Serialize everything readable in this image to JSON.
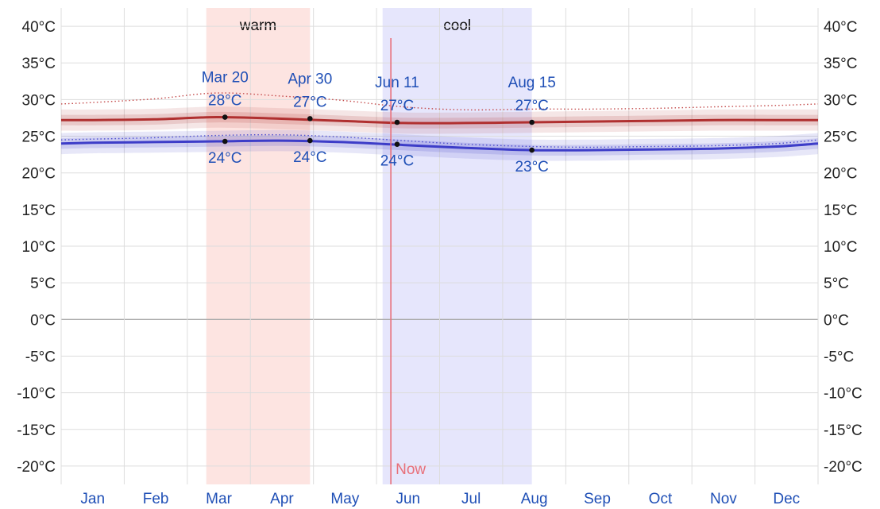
{
  "chart_data": {
    "type": "line",
    "ylim": [
      -22.5,
      42.5
    ],
    "y_ticks": [
      40,
      35,
      30,
      25,
      20,
      15,
      10,
      5,
      0,
      -5,
      -10,
      -15,
      -20
    ],
    "y_tick_labels": [
      "40°C",
      "35°C",
      "30°C",
      "25°C",
      "20°C",
      "15°C",
      "10°C",
      "5°C",
      "0°C",
      "-5°C",
      "-10°C",
      "-15°C",
      "-20°C"
    ],
    "months": [
      "Jan",
      "Feb",
      "Mar",
      "Apr",
      "May",
      "Jun",
      "Jul",
      "Aug",
      "Sep",
      "Oct",
      "Nov",
      "Dec"
    ],
    "grid": true,
    "colors": {
      "high": "#b03030",
      "low": "#3d3dc8",
      "warm_band": "#fde4e1",
      "cool_band": "#e6e6fc",
      "now": "#e8707a",
      "grid": "#dddddd",
      "zero": "#aaaaaa",
      "label": "#1f4fb6"
    },
    "bands": [
      {
        "label": "warm",
        "start_day": 70,
        "end_day": 120,
        "kind": "warm"
      },
      {
        "label": "cool",
        "start_day": 155,
        "end_day": 227,
        "kind": "cool"
      }
    ],
    "now": {
      "label": "Now",
      "day": 159
    },
    "x_days": [
      0,
      15,
      45,
      75,
      105,
      135,
      165,
      195,
      227,
      255,
      285,
      315,
      345,
      365
    ],
    "series": [
      {
        "key": "high_p90",
        "style": "dotted",
        "color": "#c44a4a",
        "values": [
          29.4,
          29.6,
          30.1,
          30.9,
          30.5,
          29.9,
          29.0,
          28.6,
          28.7,
          28.7,
          28.8,
          29.0,
          29.2,
          29.4
        ]
      },
      {
        "key": "high",
        "style": "solid",
        "color": "#b03030",
        "values": [
          27.2,
          27.2,
          27.3,
          27.6,
          27.4,
          27.1,
          26.8,
          26.8,
          26.9,
          27.0,
          27.1,
          27.2,
          27.2,
          27.2
        ]
      },
      {
        "key": "low",
        "style": "solid",
        "color": "#3d3dc8",
        "values": [
          24.0,
          24.1,
          24.2,
          24.3,
          24.4,
          24.2,
          23.8,
          23.4,
          23.1,
          23.1,
          23.2,
          23.3,
          23.6,
          24.0
        ]
      },
      {
        "key": "low_p10",
        "style": "dotted",
        "color": "#5050d0",
        "values": [
          24.5,
          24.6,
          24.8,
          25.1,
          25.2,
          24.9,
          24.4,
          23.9,
          23.6,
          23.5,
          23.6,
          23.7,
          24.0,
          24.5
        ]
      }
    ],
    "high_band_width": 0.9,
    "low_band_width": 0.9,
    "annotations": [
      {
        "date": "Mar 20",
        "day": 79,
        "high": 27.6,
        "low": 24.3,
        "high_label": "28°C",
        "low_label": "24°C"
      },
      {
        "date": "Apr 30",
        "day": 120,
        "high": 27.4,
        "low": 24.4,
        "high_label": "27°C",
        "low_label": "24°C"
      },
      {
        "date": "Jun 11",
        "day": 162,
        "high": 26.9,
        "low": 23.9,
        "high_label": "27°C",
        "low_label": "24°C"
      },
      {
        "date": "Aug 15",
        "day": 227,
        "high": 26.9,
        "low": 23.1,
        "high_label": "27°C",
        "low_label": "23°C"
      }
    ]
  }
}
